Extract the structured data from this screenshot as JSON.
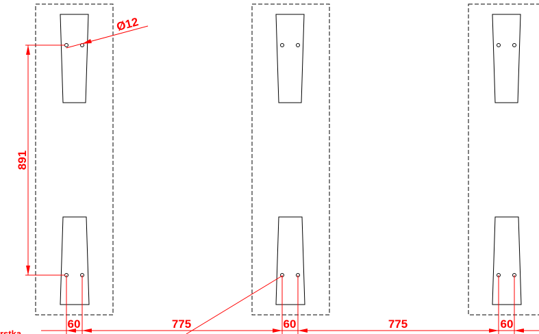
{
  "dimensions": {
    "hole_diameter": "Ø12",
    "vertical_spacing": "891",
    "hole_spacing": "60",
    "bracket_spacing": "775",
    "cut_label": "rstka"
  },
  "colors": {
    "dimension": "#ff0000",
    "outline": "#000000"
  }
}
